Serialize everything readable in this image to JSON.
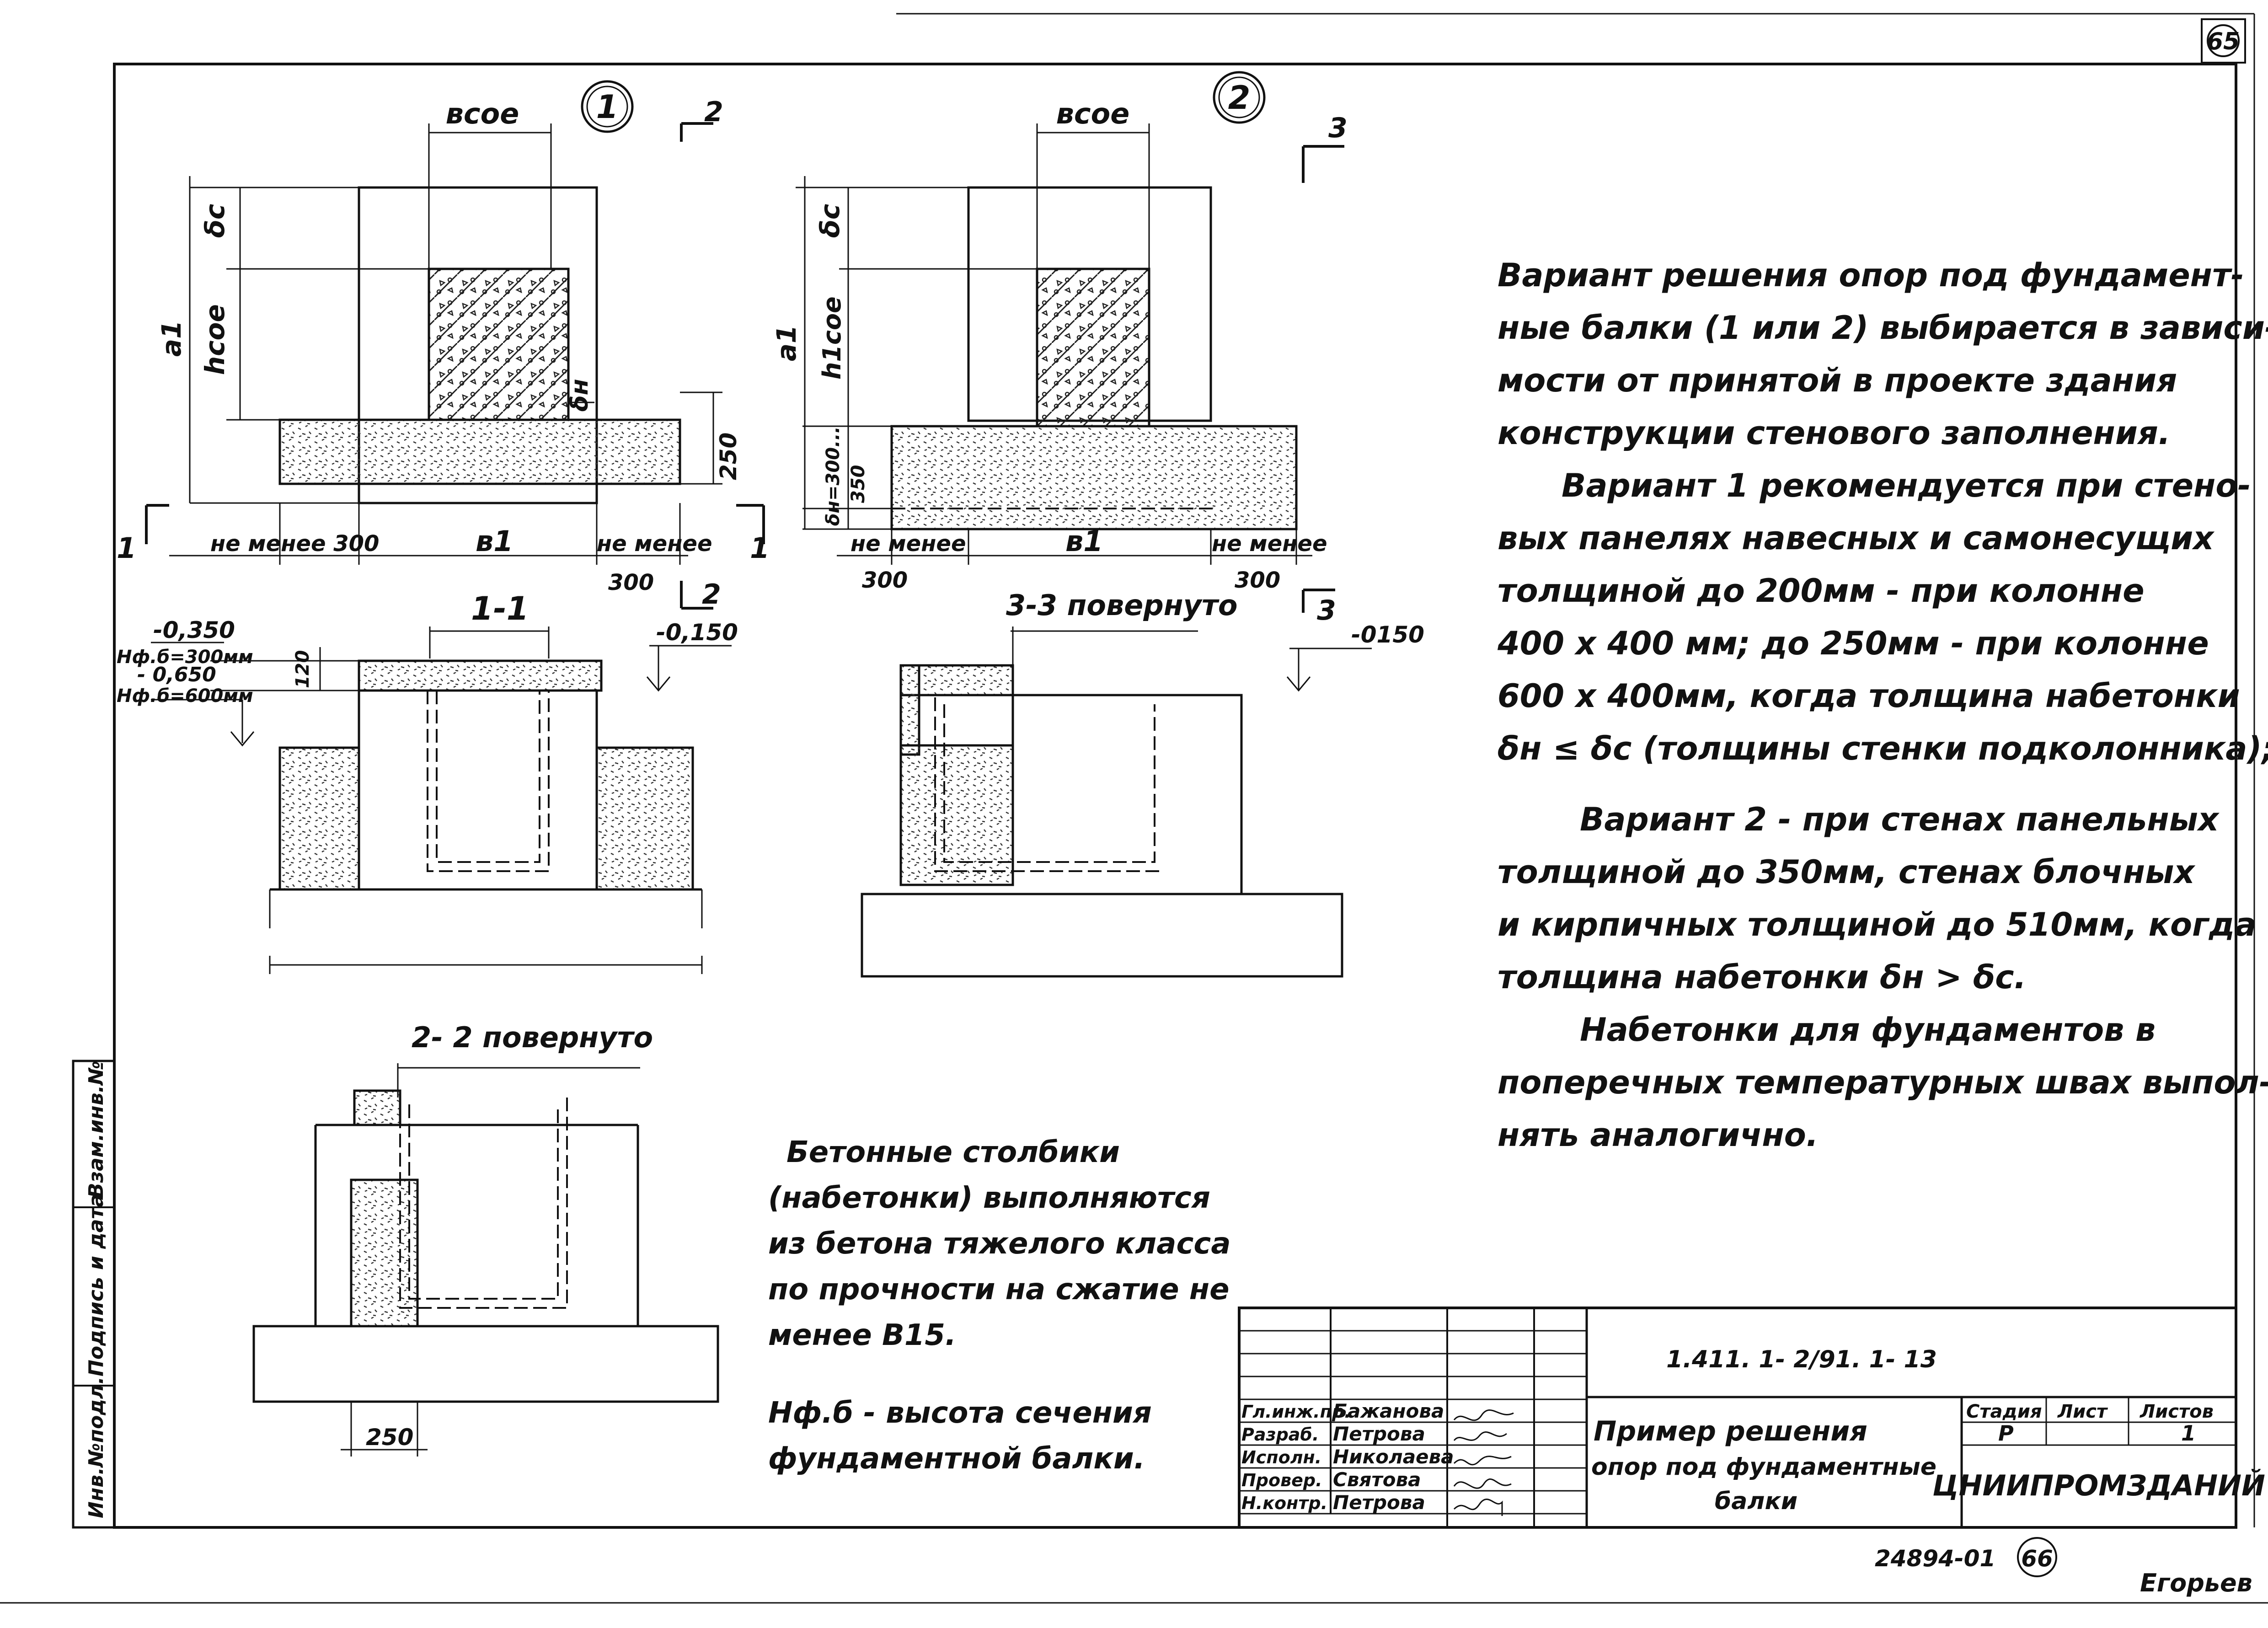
{
  "sheet": {
    "page_number": "65",
    "page_number_bottom": "66",
    "archive_number": "24894-01",
    "signature_corner": "Егорьев"
  },
  "details": {
    "d1": "1",
    "d2": "2"
  },
  "labels": {
    "vcoe": "вcoe",
    "dc": "δc",
    "dn": "δн",
    "a1": "a1",
    "hcoe": "hcoe",
    "h1coe": "h1coe",
    "b1": "в1",
    "dim250_v": "250",
    "dim350_v": "350",
    "dn300": "δн=300...",
    "not_less_300": "не менее 300",
    "not_less": "не менее",
    "not_less2": "не менее",
    "not_less3": "не менее",
    "n300": "300",
    "n300b": "300",
    "n300c": "300",
    "cut1": "1",
    "cut2": "2",
    "cut3": "3",
    "sec11": "1-1",
    "sec33": "3-3 повернуто",
    "sec22": "2- 2 повернуто",
    "lvl_m0350": "-0,350",
    "lvl_hf300": "Hф.б=300мм",
    "lvl_m0650": "- 0,650",
    "lvl_hf600": "Hф.б=600мм",
    "lvl_m0150": "-0,150",
    "lvl_m0150b": "-0150",
    "dim120": "120",
    "dim250": "250"
  },
  "notes": {
    "main": [
      "Вариант решения опор под фундамент-",
      "ные балки (1 или 2) выбирается в зависи-",
      "мости от принятой в проекте здания",
      "конструкции стенового заполнения.",
      "Вариант 1 рекомендуется при стено-",
      "вых панелях навесных и самонесущих",
      "толщиной до 200мм - при колонне",
      "400 x 400 мм; до 250мм - при колонне",
      "600 x 400мм, когда толщина набетонки",
      "δн ≤ δc (толщины стенки подколонника);",
      "Вариант 2 - при стенах панельных",
      "толщиной до 350мм, стенах блочных",
      "и кирпичных толщиной до 510мм, когда",
      "толщина набетонки δн > δc.",
      "Набетонки для фундаментов в",
      "поперечных температурных швах выпол-",
      "нять аналогично."
    ],
    "concrete": [
      "Бетонные столбики",
      "(набетонки) выполняются",
      "из бетона тяжелого класса",
      "по прочности на сжатие не",
      "менее В15."
    ],
    "hfb": [
      "Hф.б - высота сечения",
      "фундаментной балки."
    ]
  },
  "side_stamp": {
    "inv": "Инв.№подл.",
    "sign": "Подпись и дата",
    "vzam": "Взам.инв.№"
  },
  "title_block": {
    "code": "1.411. 1- 2/91. 1- 13",
    "title_line1": "Пример решения",
    "title_line2": "опор под фундаментные",
    "title_line3": "балки",
    "stage_h": "Стадия",
    "sheet_h": "Лист",
    "sheets_h": "Листов",
    "stage": "Р",
    "sheet": "",
    "sheets": "1",
    "org": "ЦНИИПРОМЗДАНИЙ",
    "people": [
      {
        "role": "Гл.инж.пр.",
        "name": "Бажанова"
      },
      {
        "role": "Разраб.",
        "name": "Петрова"
      },
      {
        "role": "Исполн.",
        "name": "Николаева"
      },
      {
        "role": "Провер.",
        "name": "Святова"
      },
      {
        "role": "Н.контр.",
        "name": "Петрова"
      }
    ]
  }
}
